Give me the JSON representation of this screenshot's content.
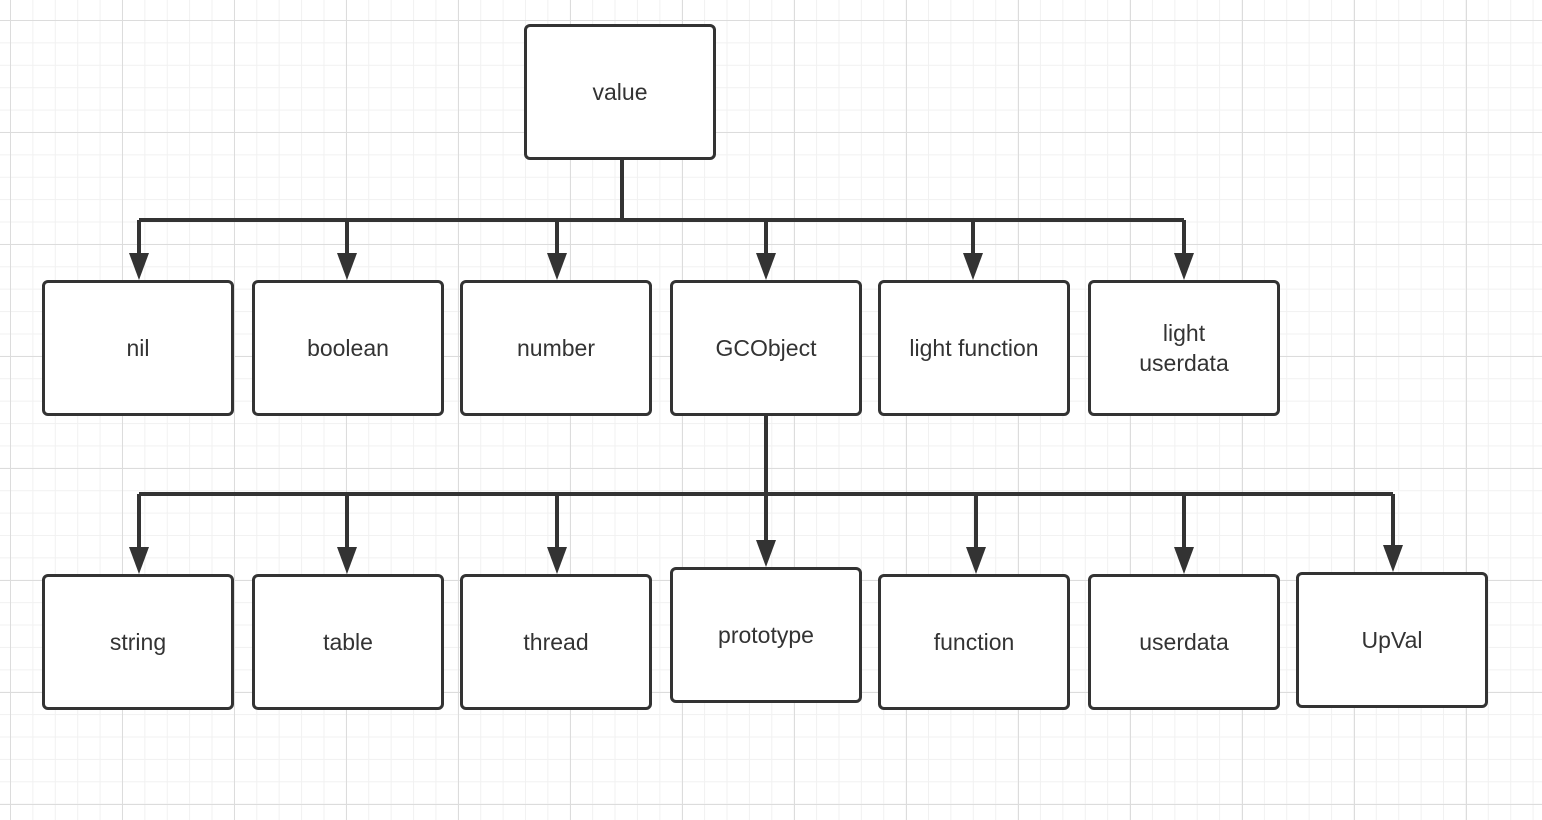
{
  "diagram": {
    "root": {
      "label": "value"
    },
    "level1": [
      {
        "label": "nil"
      },
      {
        "label": "boolean"
      },
      {
        "label": "number"
      },
      {
        "label": "GCObject"
      },
      {
        "label": "light function"
      },
      {
        "label": "light\nuserdata"
      }
    ],
    "level2": [
      {
        "label": "string"
      },
      {
        "label": "table"
      },
      {
        "label": "thread"
      },
      {
        "label": "prototype"
      },
      {
        "label": "function"
      },
      {
        "label": "userdata"
      },
      {
        "label": "UpVal"
      }
    ],
    "edges": [
      {
        "from": "value",
        "to": "nil"
      },
      {
        "from": "value",
        "to": "boolean"
      },
      {
        "from": "value",
        "to": "number"
      },
      {
        "from": "value",
        "to": "GCObject"
      },
      {
        "from": "value",
        "to": "light function"
      },
      {
        "from": "value",
        "to": "light\nuserdata"
      },
      {
        "from": "GCObject",
        "to": "string"
      },
      {
        "from": "GCObject",
        "to": "table"
      },
      {
        "from": "GCObject",
        "to": "thread"
      },
      {
        "from": "GCObject",
        "to": "prototype"
      },
      {
        "from": "GCObject",
        "to": "function"
      },
      {
        "from": "GCObject",
        "to": "userdata"
      },
      {
        "from": "GCObject",
        "to": "UpVal"
      }
    ],
    "colors": {
      "stroke": "#333333",
      "text": "#333333",
      "node_fill": "#ffffff"
    }
  }
}
